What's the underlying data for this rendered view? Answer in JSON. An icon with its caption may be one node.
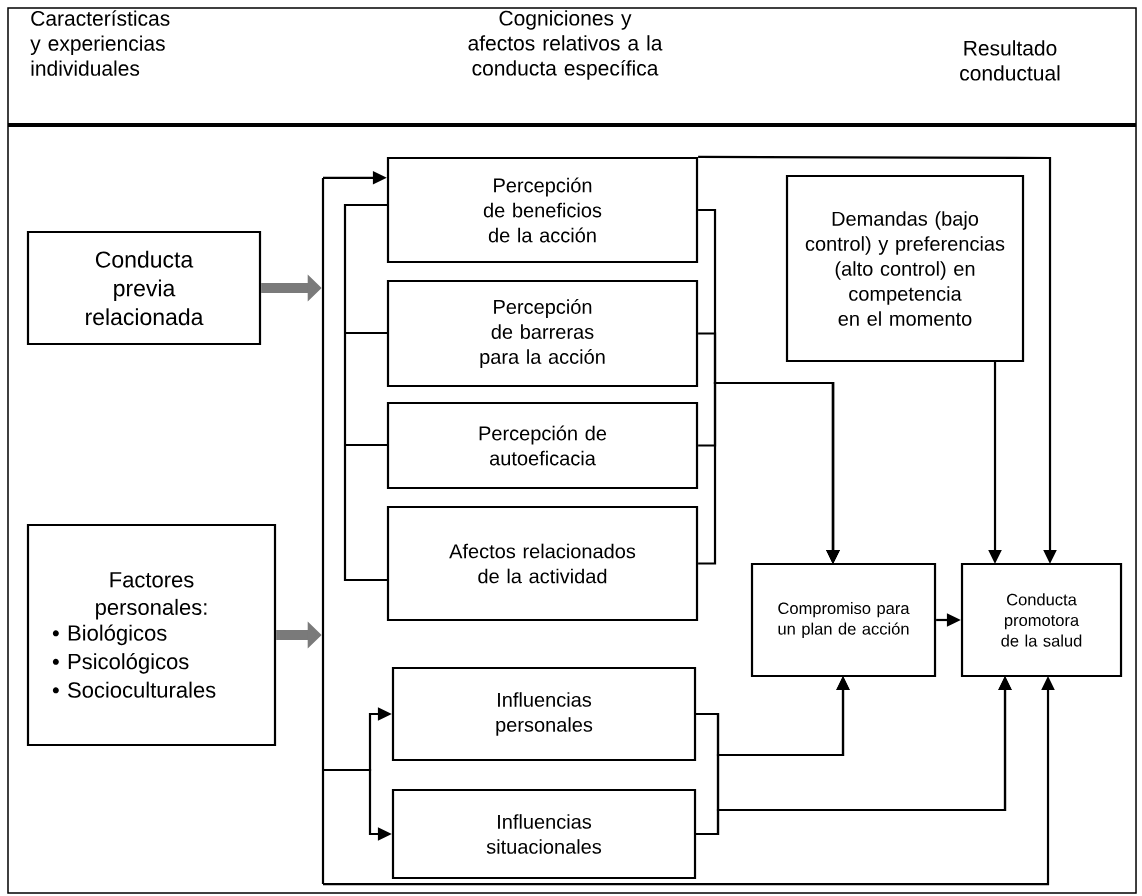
{
  "diagram": {
    "nodes": [
      {
        "text": [
          "Conducta previa relacionada"
        ]
      },
      {
        "text": [
          "Factores personales:",
          "• Biológicos",
          "• Psicológicos",
          "• Socioculturales"
        ]
      },
      {
        "text": [],
        "shape": "bar"
      },
      {
        "text": [
          "Percepción de beneficios de la acción"
        ]
      },
      {
        "text": [
          "Percepción de barreras para la acción"
        ]
      },
      {
        "text": [
          "Percepción de autoeficacia"
        ]
      },
      {
        "text": [
          "Afectos relacionados de la actividad"
        ]
      },
      {
        "text": [
          "Influencias personales"
        ]
      },
      {
        "text": [
          "Influencias situacionales"
        ]
      },
      {
        "text": [
          "Demandas (bajo control) y preferencias (alto control) en competencia en el momento"
        ]
      },
      {
        "text": [
          "Compromiso para un plan de acción"
        ]
      },
      {
        "text": [
          "Conducta promotora de la salud"
        ]
      }
    ],
    "edges": [
      {
        "from": 0,
        "to": 2,
        "arrow": "to",
        "style": "thick",
        "color": "#7a7a7a"
      },
      {
        "from": 1,
        "to": 2,
        "arrow": "to",
        "style": "thick",
        "color": "#7a7a7a"
      },
      {
        "from": 2,
        "to": 3,
        "arrow": "to"
      },
      {
        "from": 2,
        "to": 7,
        "arrow": "to"
      },
      {
        "from": 2,
        "to": 8,
        "arrow": "to"
      },
      {
        "from": 2,
        "to": 11,
        "arrow": "to"
      },
      {
        "from": 3,
        "to": 10,
        "arrow": "to"
      },
      {
        "from": 4,
        "to": 10,
        "arrow": "to"
      },
      {
        "from": 5,
        "to": 10,
        "arrow": "to"
      },
      {
        "from": 6,
        "to": 10,
        "arrow": "to"
      },
      {
        "from": 3,
        "to": 11,
        "arrow": "to"
      },
      {
        "from": 9,
        "to": 11,
        "arrow": "to"
      },
      {
        "from": 10,
        "to": 11,
        "arrow": "to"
      },
      {
        "from": 7,
        "to": 10,
        "arrow": "to"
      },
      {
        "from": 8,
        "to": 10,
        "arrow": "to"
      },
      {
        "from": 7,
        "to": 11,
        "arrow": "to"
      },
      {
        "from": 8,
        "to": 11,
        "arrow": "to"
      }
    ],
    "labels": [
      "Características y experiencias individuales",
      "Cogniciones y afectos relativos a la conducta específica",
      "Resultado conductual"
    ]
  }
}
